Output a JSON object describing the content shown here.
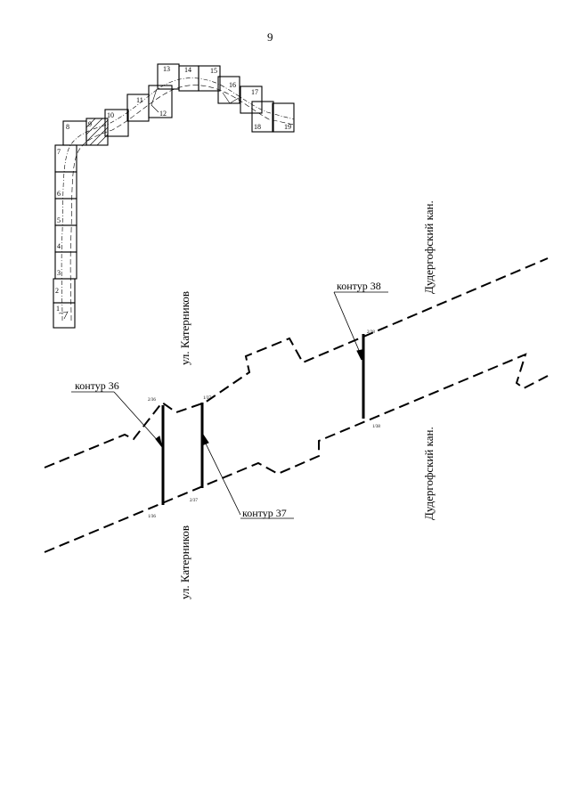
{
  "page": {
    "number": "9"
  },
  "index_map": {
    "sheets": [
      "1",
      "2",
      "3",
      "4",
      "5",
      "6",
      "7",
      "8",
      "9",
      "10",
      "11",
      "12",
      "13",
      "14",
      "15",
      "16",
      "17",
      "18",
      "19"
    ]
  },
  "labels": {
    "street_top": "ул. Катерников",
    "street_bottom": "ул. Катерников",
    "canal_top": "Дудергофский кан.",
    "canal_bottom": "Дудергофский кан."
  },
  "contours": [
    {
      "label": "контур 36",
      "point_top": "2/36",
      "point_bottom": "1/36"
    },
    {
      "label": "контур 37",
      "point_top": "1/37",
      "point_bottom": "2/37"
    },
    {
      "label": "контур 38",
      "point_top": "2/38",
      "point_bottom": "1/38"
    }
  ]
}
